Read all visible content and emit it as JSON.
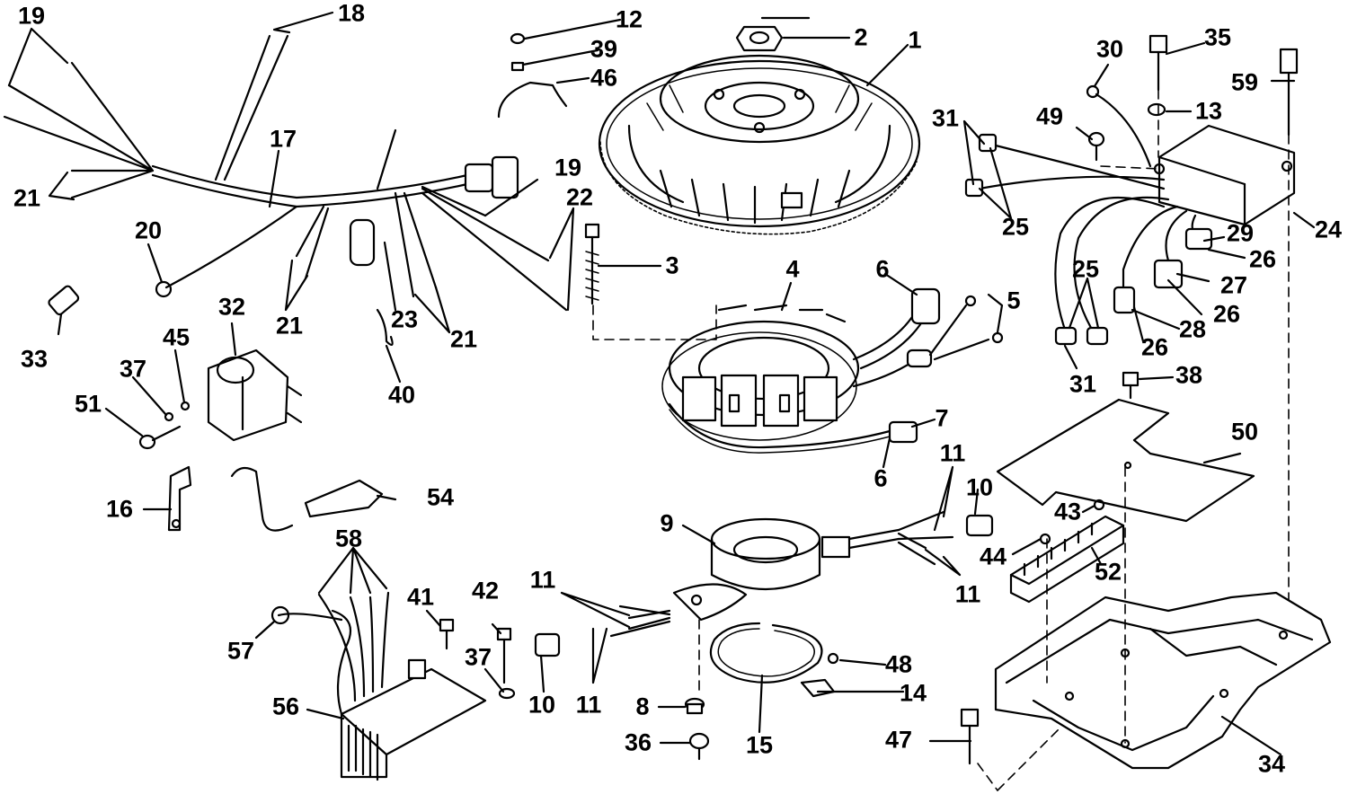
{
  "callouts": [
    "1",
    "2",
    "3",
    "4",
    "5",
    "6",
    "6",
    "7",
    "8",
    "9",
    "10",
    "10",
    "11",
    "11",
    "11",
    "11",
    "12",
    "13",
    "14",
    "15",
    "16",
    "17",
    "18",
    "19",
    "19",
    "20",
    "21",
    "21",
    "21",
    "22",
    "23",
    "24",
    "25",
    "25",
    "26",
    "26",
    "26",
    "27",
    "28",
    "29",
    "30",
    "31",
    "31",
    "32",
    "33",
    "34",
    "35",
    "36",
    "37",
    "37",
    "38",
    "39",
    "40",
    "41",
    "42",
    "43",
    "44",
    "45",
    "46",
    "47",
    "48",
    "49",
    "50",
    "51",
    "52",
    "54",
    "56",
    "57",
    "58",
    "59"
  ],
  "icons": [
    "flywheel",
    "flywheel-nut",
    "stator",
    "timer-base",
    "retaining-ring",
    "power-pack",
    "ignition-coil",
    "harness",
    "rectifier",
    "terminal-block",
    "mounting-base",
    "insulator-plate",
    "spark-plug-boot"
  ]
}
